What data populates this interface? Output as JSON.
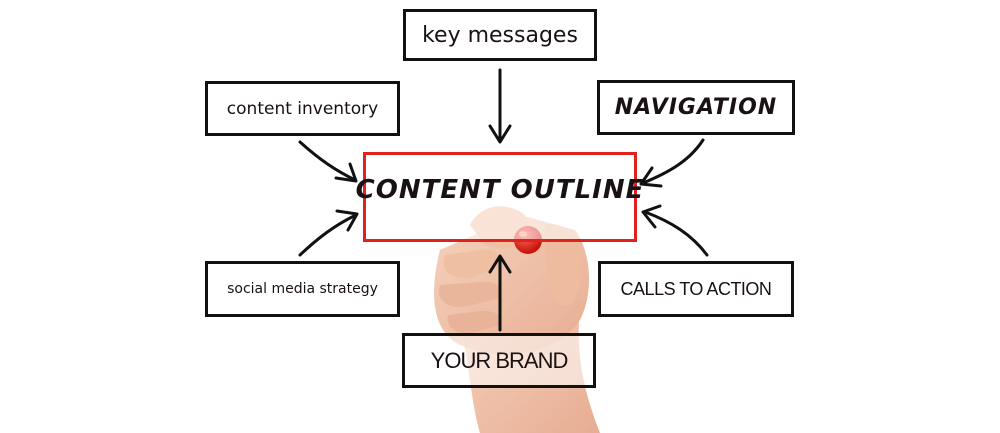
{
  "diagram": {
    "center": {
      "label": "CONTENT OUTLINE",
      "border_color": "#e0211c"
    },
    "nodes": [
      {
        "id": "key-messages",
        "label": "key messages",
        "position": "top"
      },
      {
        "id": "content-inventory",
        "label": "content inventory",
        "position": "top-left"
      },
      {
        "id": "navigation",
        "label": "NAVIGATION",
        "position": "top-right"
      },
      {
        "id": "social-media-strategy",
        "label": "social media strategy",
        "position": "bottom-left"
      },
      {
        "id": "calls-to-action",
        "label": "CALLS TO ACTION",
        "position": "bottom-right"
      },
      {
        "id": "your-brand",
        "label": "YOUR BRAND",
        "position": "bottom"
      }
    ],
    "edges": [
      {
        "from": "key messages",
        "to": "CONTENT OUTLINE"
      },
      {
        "from": "content inventory",
        "to": "CONTENT OUTLINE"
      },
      {
        "from": "NAVIGATION",
        "to": "CONTENT OUTLINE"
      },
      {
        "from": "social media strategy",
        "to": "CONTENT OUTLINE"
      },
      {
        "from": "CALLS TO ACTION",
        "to": "CONTENT OUTLINE"
      },
      {
        "from": "YOUR BRAND",
        "to": "CONTENT OUTLINE"
      }
    ],
    "colors": {
      "ink": "#111111",
      "marker": "#e0211c",
      "skin": "#f2c3a8"
    }
  }
}
